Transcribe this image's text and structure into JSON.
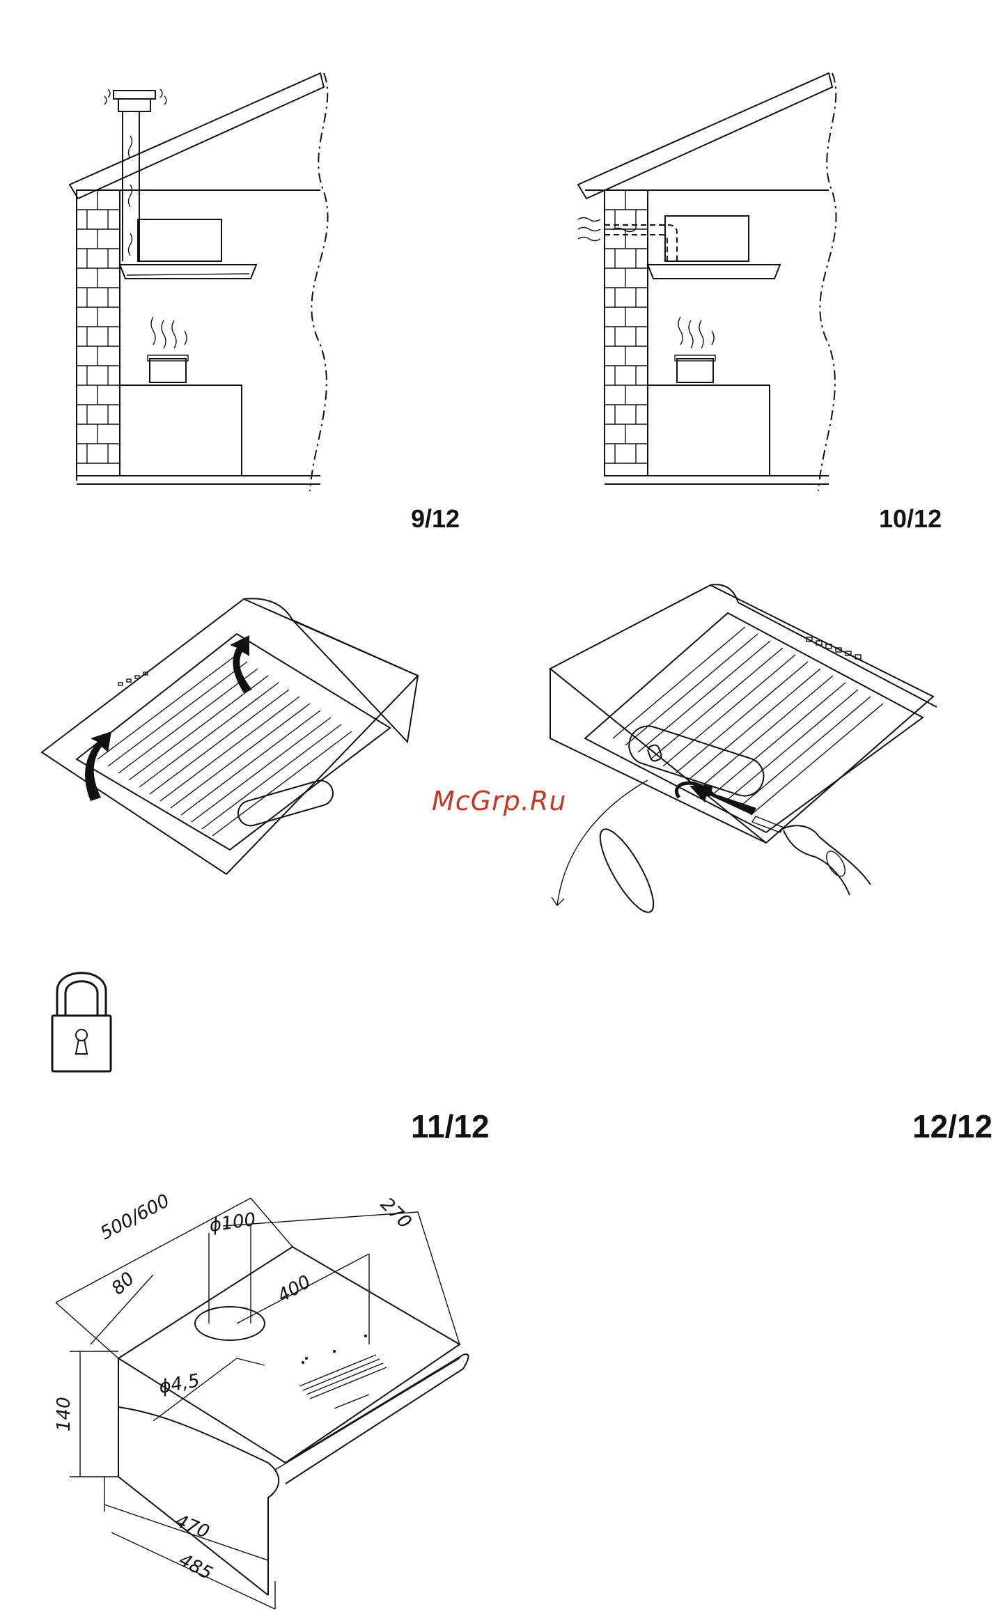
{
  "figures": [
    {
      "id": "fig9",
      "label": "9/12"
    },
    {
      "id": "fig10",
      "label": "10/12"
    },
    {
      "id": "fig11",
      "label": "11/12"
    },
    {
      "id": "fig12",
      "label": "12/12"
    }
  ],
  "watermark": "McGrp.Ru",
  "dimensions": {
    "width": "500/600",
    "depth": "270",
    "duct_diameter": "ϕ100",
    "offset": "80",
    "hole_span": "400",
    "hole_diameter": "ϕ4,5",
    "height": "140",
    "inner_depth": "470",
    "outer_depth": "485"
  },
  "icons": [
    "padlock-icon"
  ]
}
